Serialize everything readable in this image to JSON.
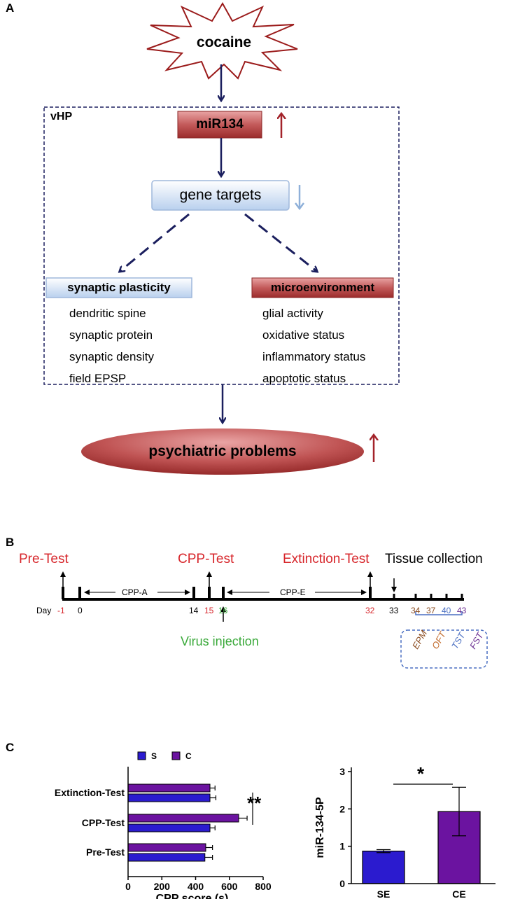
{
  "panel_a": {
    "letter": "A",
    "trigger": "cocaine",
    "region": "vHP",
    "mirna": "miR134",
    "targets": "gene targets",
    "left_title": "synaptic plasticity",
    "left_items": [
      "dendritic spine",
      "synaptic protein",
      "synaptic density",
      "field EPSP"
    ],
    "right_title": "microenvironment",
    "right_items": [
      "glial activity",
      "oxidative status",
      "inflammatory status",
      "apoptotic status"
    ],
    "outcome": "psychiatric problems",
    "colors": {
      "dark_red": "#a3232a",
      "navy": "#1b1f5e",
      "light_blue": "#8fb0d9"
    }
  },
  "panel_b": {
    "letter": "B",
    "phases": [
      "Pre-Test",
      "CPP-Test",
      "Extinction-Test",
      "Tissue collection"
    ],
    "segments": [
      "CPP-A",
      "CPP-E"
    ],
    "day_label": "Day",
    "days": [
      {
        "label": "-1",
        "color": "#d7262b"
      },
      {
        "label": "0",
        "color": "#000000"
      },
      {
        "label": "14",
        "color": "#000000"
      },
      {
        "label": "15",
        "color": "#d7262b"
      },
      {
        "label": "16",
        "color": "#3aa93a"
      },
      {
        "label": "32",
        "color": "#d7262b"
      },
      {
        "label": "33",
        "color": "#000000"
      },
      {
        "label": "34",
        "color": "#8a4a1e"
      },
      {
        "label": "37",
        "color": "#8a4a1e"
      },
      {
        "label": "40",
        "color": "#4a6fc2"
      },
      {
        "label": "43",
        "color": "#6a2c91"
      }
    ],
    "virus": "Virus injection",
    "tests": [
      {
        "label": "EPM",
        "color": "#8a4a1e"
      },
      {
        "label": "OFT",
        "color": "#c26a2a"
      },
      {
        "label": "TST",
        "color": "#4a6fc2"
      },
      {
        "label": "FST",
        "color": "#6a2c91"
      }
    ]
  },
  "panel_c": {
    "letter": "C",
    "significance_left": "**",
    "significance_right": "*"
  },
  "chart_data": [
    {
      "type": "bar",
      "orientation": "horizontal",
      "categories": [
        "Extinction-Test",
        "CPP-Test",
        "Pre-Test"
      ],
      "series": [
        {
          "name": "S",
          "color": "#2b1bcf",
          "values": [
            485,
            485,
            455
          ],
          "errors": [
            35,
            30,
            45
          ]
        },
        {
          "name": "C",
          "color": "#6b13a0",
          "values": [
            485,
            655,
            460
          ],
          "errors": [
            30,
            50,
            40
          ]
        }
      ],
      "xlabel": "CPP score (s)",
      "xlim": [
        0,
        800
      ],
      "xticks": [
        0,
        200,
        400,
        600,
        800
      ],
      "legend": "top"
    },
    {
      "type": "bar",
      "categories": [
        "SE",
        "CE"
      ],
      "values": [
        0.87,
        1.93
      ],
      "errors": [
        0.04,
        0.65
      ],
      "colors": [
        "#2b1bcf",
        "#6b13a0"
      ],
      "ylabel": "miR-134-5P",
      "ylim": [
        0,
        3
      ],
      "yticks": [
        0,
        1,
        2,
        3
      ]
    }
  ]
}
